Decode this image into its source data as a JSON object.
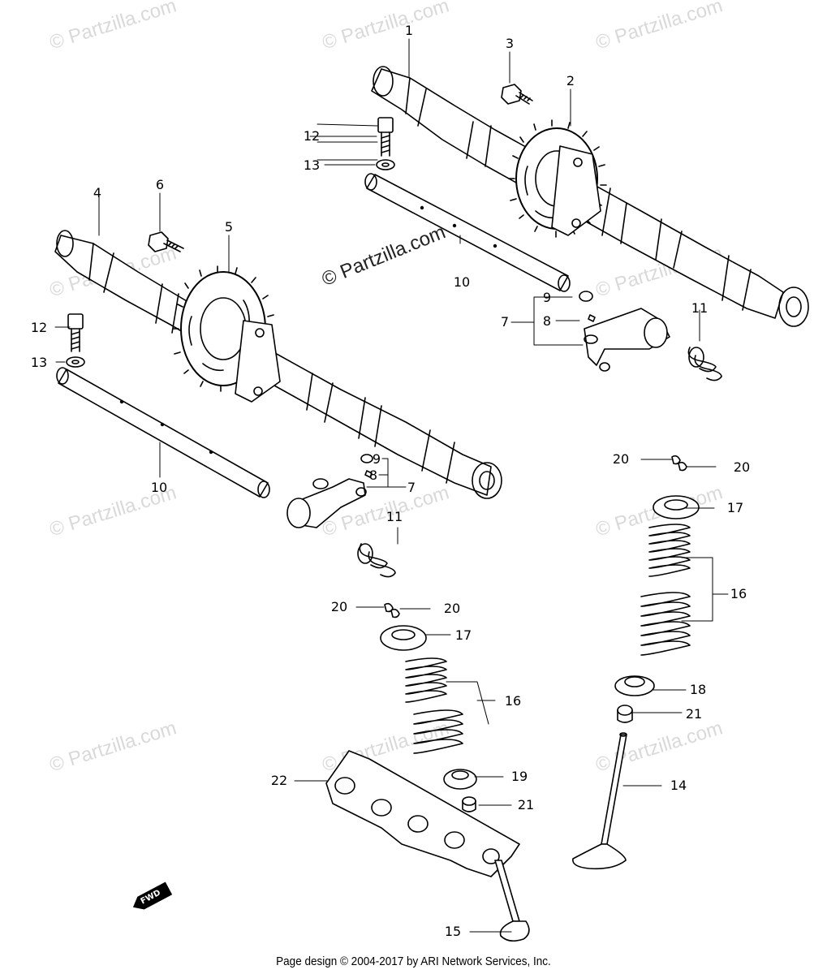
{
  "watermark": "© Partzilla.com",
  "center_watermark": "© Partzilla.com",
  "fwd_label": "FWD",
  "footer": "Page design © 2004-2017 by ARI Network Services, Inc.",
  "callouts": {
    "c1": "1",
    "c2": "2",
    "c3": "3",
    "c4": "4",
    "c5": "5",
    "c6": "6",
    "c7a": "7",
    "c7b": "7",
    "c8a": "8",
    "c8b": "8",
    "c9a": "9",
    "c9b": "9",
    "c10a": "10",
    "c10b": "10",
    "c11a": "11",
    "c11b": "11",
    "c12a": "12",
    "c12b": "12",
    "c13a": "13",
    "c13b": "13",
    "c14": "14",
    "c15": "15",
    "c16a": "16",
    "c16b": "16",
    "c17a": "17",
    "c17b": "17",
    "c18": "18",
    "c19": "19",
    "c20a": "20",
    "c20b": "20",
    "c20c": "20",
    "c20d": "20",
    "c21a": "21",
    "c21b": "21",
    "c22": "22"
  }
}
